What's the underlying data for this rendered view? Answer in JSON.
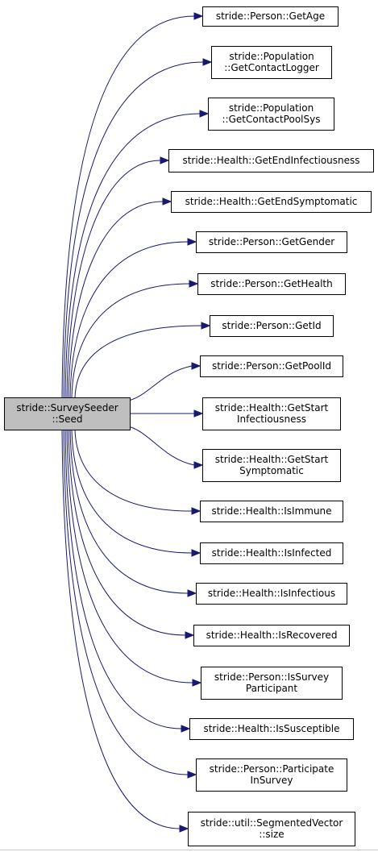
{
  "root": {
    "lines": [
      "stride::SurveySeeder",
      "::Seed"
    ]
  },
  "callees": [
    {
      "id": "get-age",
      "lines": [
        "stride::Person::GetAge"
      ]
    },
    {
      "id": "get-contact-logger",
      "lines": [
        "stride::Population",
        "::GetContactLogger"
      ]
    },
    {
      "id": "get-contact-pool-sys",
      "lines": [
        "stride::Population",
        "::GetContactPoolSys"
      ]
    },
    {
      "id": "get-end-infectiousness",
      "lines": [
        "stride::Health::GetEndInfectiousness"
      ]
    },
    {
      "id": "get-end-symptomatic",
      "lines": [
        "stride::Health::GetEndSymptomatic"
      ]
    },
    {
      "id": "get-gender",
      "lines": [
        "stride::Person::GetGender"
      ]
    },
    {
      "id": "get-health",
      "lines": [
        "stride::Person::GetHealth"
      ]
    },
    {
      "id": "get-id",
      "lines": [
        "stride::Person::GetId"
      ]
    },
    {
      "id": "get-pool-id",
      "lines": [
        "stride::Person::GetPoolId"
      ]
    },
    {
      "id": "get-start-infectiousness",
      "lines": [
        "stride::Health::GetStart",
        "Infectiousness"
      ]
    },
    {
      "id": "get-start-symptomatic",
      "lines": [
        "stride::Health::GetStart",
        "Symptomatic"
      ]
    },
    {
      "id": "is-immune",
      "lines": [
        "stride::Health::IsImmune"
      ]
    },
    {
      "id": "is-infected",
      "lines": [
        "stride::Health::IsInfected"
      ]
    },
    {
      "id": "is-infectious",
      "lines": [
        "stride::Health::IsInfectious"
      ]
    },
    {
      "id": "is-recovered",
      "lines": [
        "stride::Health::IsRecovered"
      ]
    },
    {
      "id": "is-survey-participant",
      "lines": [
        "stride::Person::IsSurvey",
        "Participant"
      ]
    },
    {
      "id": "is-susceptible",
      "lines": [
        "stride::Health::IsSusceptible"
      ]
    },
    {
      "id": "participate-in-survey",
      "lines": [
        "stride::Person::Participate",
        "InSurvey"
      ]
    },
    {
      "id": "segmented-vector-size",
      "lines": [
        "stride::util::SegmentedVector",
        "::size"
      ]
    }
  ],
  "colors": {
    "edge": "#191970",
    "root_fill": "#bfbfbf",
    "node_fill": "#ffffff",
    "border": "#000000"
  }
}
